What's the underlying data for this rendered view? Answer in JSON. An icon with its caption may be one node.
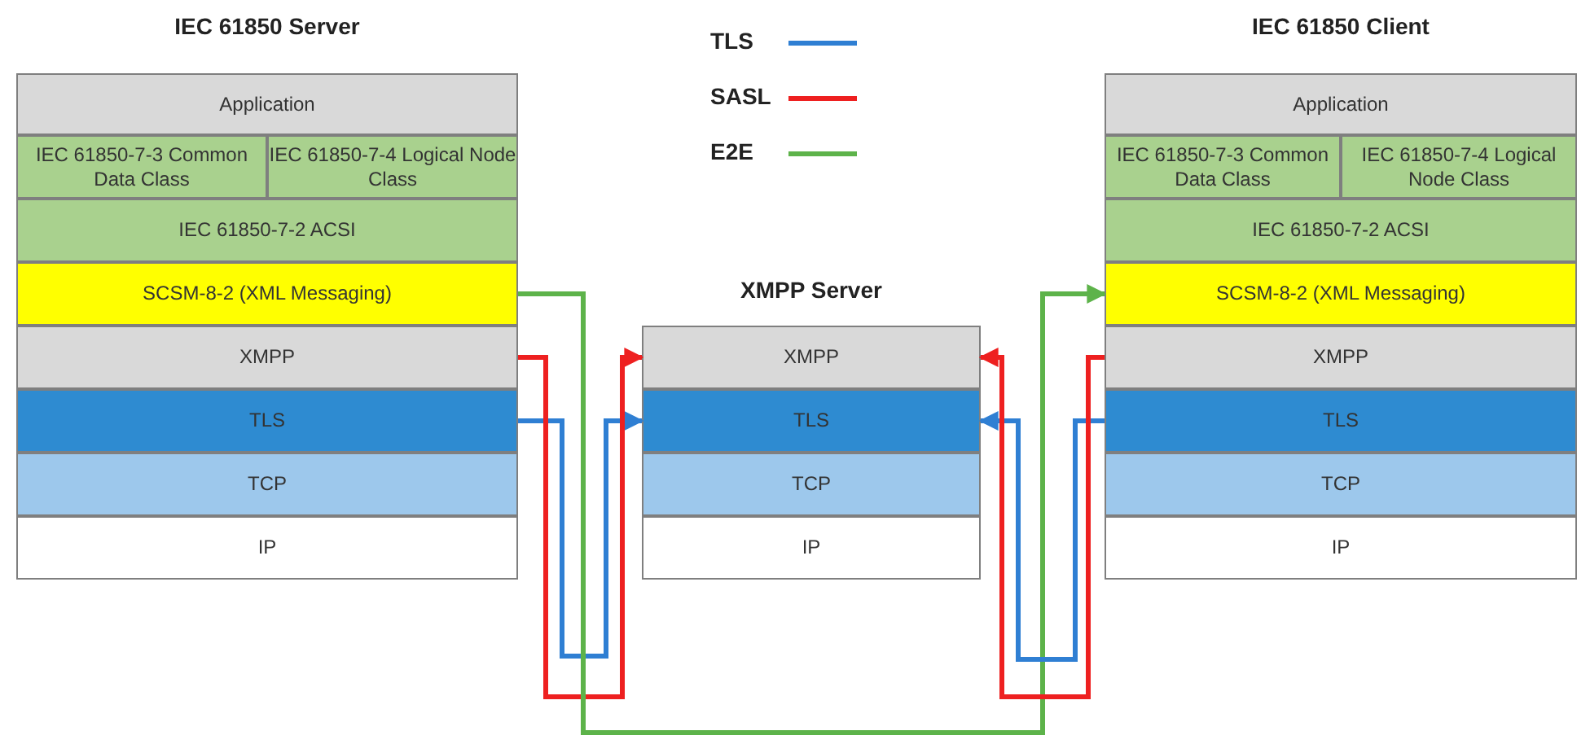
{
  "diagram": {
    "nodes": [
      {
        "text": [
          "IEC 61850 Server"
        ]
      },
      {
        "text": [
          "Application"
        ],
        "in": 0
      },
      {
        "text": [
          "IEC 61850-7-3 Common Data Class"
        ],
        "in": 0
      },
      {
        "text": [
          "IEC 61850-7-4 Logical Node Class"
        ],
        "in": 0
      },
      {
        "text": [
          "IEC 61850-7-2 ACSI"
        ],
        "in": 0
      },
      {
        "text": [
          "SCSM-8-2 (XML Messaging)"
        ],
        "in": 0
      },
      {
        "text": [
          "XMPP"
        ],
        "in": 0
      },
      {
        "text": [
          "TLS"
        ],
        "in": 0
      },
      {
        "text": [
          "TCP"
        ],
        "in": 0
      },
      {
        "text": [
          "IP"
        ],
        "in": 0
      },
      {
        "text": [
          "XMPP Server"
        ]
      },
      {
        "text": [
          "XMPP"
        ],
        "in": 10
      },
      {
        "text": [
          "TLS"
        ],
        "in": 10
      },
      {
        "text": [
          "TCP"
        ],
        "in": 10
      },
      {
        "text": [
          "IP"
        ],
        "in": 10
      },
      {
        "text": [
          "IEC 61850 Client"
        ]
      },
      {
        "text": [
          "Application"
        ],
        "in": 15
      },
      {
        "text": [
          "IEC 61850-7-3 Common Data Class"
        ],
        "in": 15
      },
      {
        "text": [
          "IEC 61850-7-4 Logical Node Class"
        ],
        "in": 15
      },
      {
        "text": [
          "IEC 61850-7-2 ACSI"
        ],
        "in": 15
      },
      {
        "text": [
          "SCSM-8-2 (XML Messaging)"
        ],
        "in": 15
      },
      {
        "text": [
          "XMPP"
        ],
        "in": 15
      },
      {
        "text": [
          "TLS"
        ],
        "in": 15
      },
      {
        "text": [
          "TCP"
        ],
        "in": 15
      },
      {
        "text": [
          "IP"
        ],
        "in": 15
      }
    ],
    "edges": [
      {
        "from": 7,
        "to": 12,
        "arrow": "to",
        "color": "#2f7fd3"
      },
      {
        "from": 6,
        "to": 11,
        "arrow": "to",
        "color": "#ee2020"
      },
      {
        "from": 5,
        "to": 20,
        "arrow": "to",
        "color": "#5db34a"
      },
      {
        "from": 22,
        "to": 12,
        "arrow": "to",
        "color": "#2f7fd3"
      },
      {
        "from": 21,
        "to": 11,
        "arrow": "to",
        "color": "#ee2020"
      }
    ],
    "legend": [
      {
        "text": "TLS",
        "color": "#2f7fd3"
      },
      {
        "text": "SASL",
        "color": "#ee2020"
      },
      {
        "text": "E2E",
        "color": "#5db34a"
      }
    ]
  }
}
